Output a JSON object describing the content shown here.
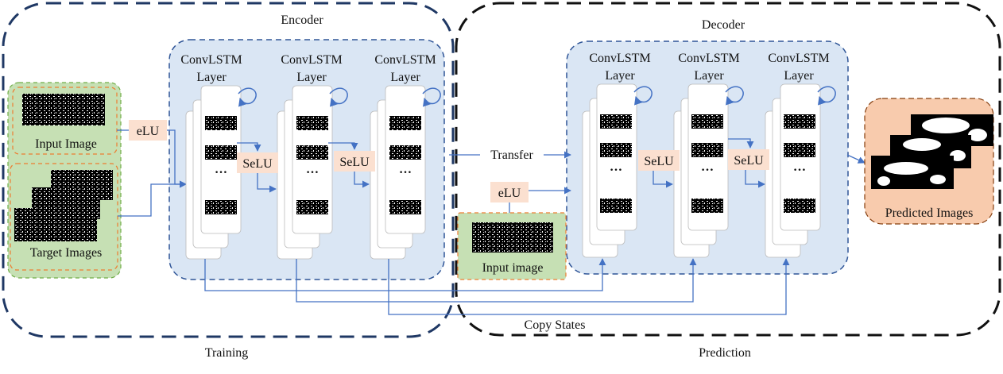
{
  "encoder": {
    "title": "Encoder",
    "layer_label_line1": "ConvLSTM",
    "layer_label_line2": "Layer",
    "layer_count": 3
  },
  "decoder": {
    "title": "Decoder",
    "layer_label_line1": "ConvLSTM",
    "layer_label_line2": "Layer",
    "layer_count": 3
  },
  "inputs": {
    "input_image": "Input Image",
    "target_images": "Target Images",
    "decoder_input_image": "Input image"
  },
  "output": {
    "predicted_images": "Predicted Images"
  },
  "activations": {
    "elu": "eLU",
    "selu": "SeLU"
  },
  "connections": {
    "transfer": "Transfer",
    "copy_states": "Copy States"
  },
  "phases": {
    "training": "Training",
    "prediction": "Prediction"
  },
  "frame_ellipsis": "…",
  "colors": {
    "outer_border": "#1f3864",
    "prediction_border": "#111111",
    "layer_block_fill": "#dae6f4",
    "layer_block_border": "#2f5597",
    "input_fill": "#c6e0b4",
    "input_border": "#ed7d31",
    "output_fill": "#f8cbad",
    "output_border": "#843c0c",
    "label_fill": "#fbe0d0",
    "arrow": "#4472c4"
  }
}
